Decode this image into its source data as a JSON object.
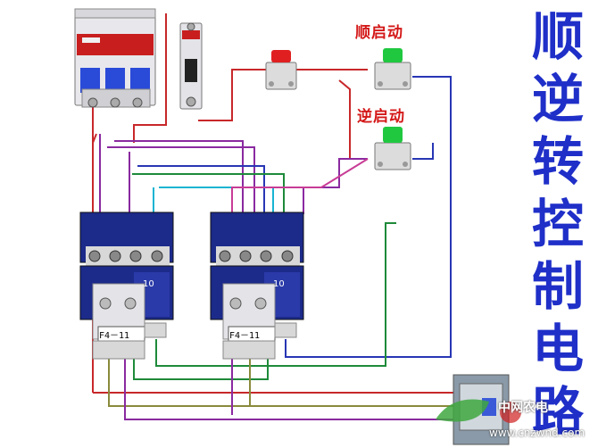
{
  "title": {
    "chars": [
      "顺",
      "逆",
      "转",
      "控",
      "制",
      "电",
      "路"
    ]
  },
  "buttons": {
    "forward_start_label": "顺启动",
    "reverse_start_label": "逆启动"
  },
  "contactors": {
    "left": {
      "overload_label": "F4－11",
      "aux_label": "10"
    },
    "right": {
      "overload_label": "F4－11",
      "aux_label": "10"
    }
  },
  "watermark": {
    "site_cn": "中网农电",
    "url": "www.cnzwnd.com"
  },
  "colors": {
    "title": "#1f2fc8",
    "button_label": "#d41818",
    "wire_red": "#c8282a",
    "wire_purple": "#8a2aa0",
    "wire_blue": "#2836b4",
    "wire_green": "#1e8a3a",
    "wire_cyan": "#19b4d2",
    "wire_magenta": "#c83c96",
    "wire_olive": "#8a8a3c",
    "stop_button": "#e02020",
    "start_button": "#20c840"
  }
}
